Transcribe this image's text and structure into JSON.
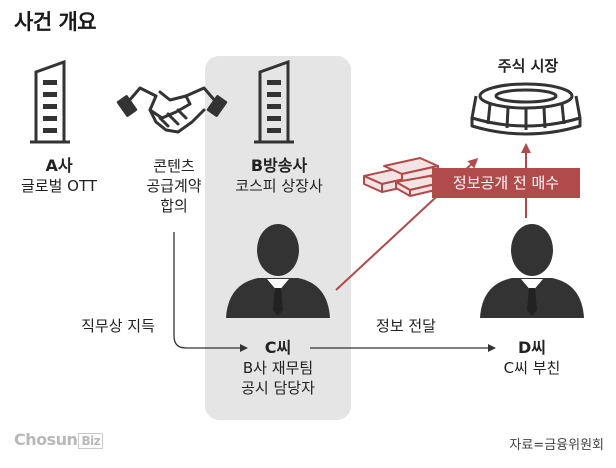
{
  "title": "사건 개요",
  "company_a": {
    "name": "A사",
    "desc": "글로벌 OTT"
  },
  "agreement": {
    "line1": "콘텐츠",
    "line2": "공급계약",
    "line3": "합의"
  },
  "company_b": {
    "name": "B방송사",
    "desc": "코스피 상장사"
  },
  "market": {
    "label": "주식 시장"
  },
  "buy_banner": "정보공개 전 매수",
  "person_c": {
    "name": "C씨",
    "line1": "B사 재무팀",
    "line2": "공시 담당자"
  },
  "person_d": {
    "name": "D씨",
    "desc": "C씨 부친"
  },
  "edges": {
    "duty_label": "직무상 지득",
    "transfer_label": "정보 전달"
  },
  "colors": {
    "accent": "#b14a4a",
    "panel": "#e5e5e5",
    "icon": "#333333"
  },
  "logo": {
    "main": "Chosun",
    "biz": "Biz"
  },
  "source": "자료=금융위원회"
}
